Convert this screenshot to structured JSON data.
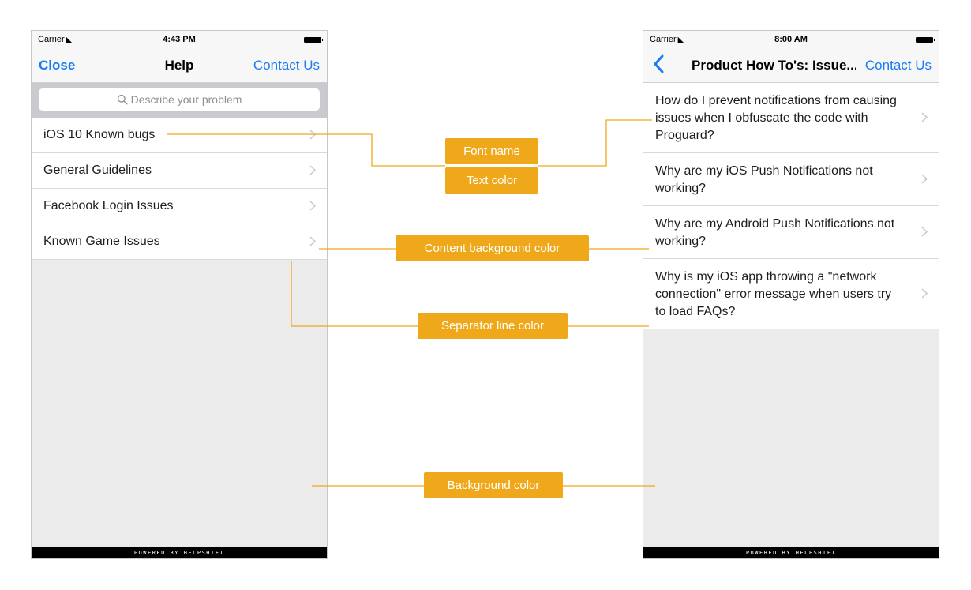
{
  "colors": {
    "accent": "#1a7cf3",
    "callout": "#f0a81b",
    "background": "#ebebeb",
    "content_background": "#ffffff",
    "separator": "#d9d9d9"
  },
  "left_phone": {
    "status_bar": {
      "carrier": "Carrier",
      "wifi_icon": "wifi-icon",
      "time": "4:43 PM",
      "battery_icon": "battery-icon"
    },
    "nav_bar": {
      "left": "Close",
      "title": "Help",
      "right": "Contact Us"
    },
    "search": {
      "placeholder": "Describe your problem",
      "icon": "search-icon"
    },
    "items": [
      {
        "label": "iOS 10 Known bugs"
      },
      {
        "label": "General Guidelines"
      },
      {
        "label": "Facebook Login Issues"
      },
      {
        "label": "Known Game Issues"
      }
    ],
    "footer": "POWERED BY HELPSHIFT"
  },
  "right_phone": {
    "status_bar": {
      "carrier": "Carrier",
      "wifi_icon": "wifi-icon",
      "time": "8:00 AM",
      "battery_icon": "battery-icon"
    },
    "nav_bar": {
      "back_icon": "chevron-left-icon",
      "title": "Product How To's: Issue...",
      "right": "Contact Us"
    },
    "items": [
      {
        "label": "How do I prevent notifications from causing issues when I obfuscate the code with Proguard?"
      },
      {
        "label": "Why are my iOS Push Notifications not working?"
      },
      {
        "label": "Why are my Android Push Notifications not working?"
      },
      {
        "label": "Why is my iOS app throwing a \"network connection\" error message when users try to load FAQs?"
      }
    ],
    "footer": "POWERED BY HELPSHIFT"
  },
  "callouts": {
    "font_name": "Font name",
    "text_color": "Text color",
    "content_background": "Content background color",
    "separator": "Separator line color",
    "background": "Background color"
  }
}
